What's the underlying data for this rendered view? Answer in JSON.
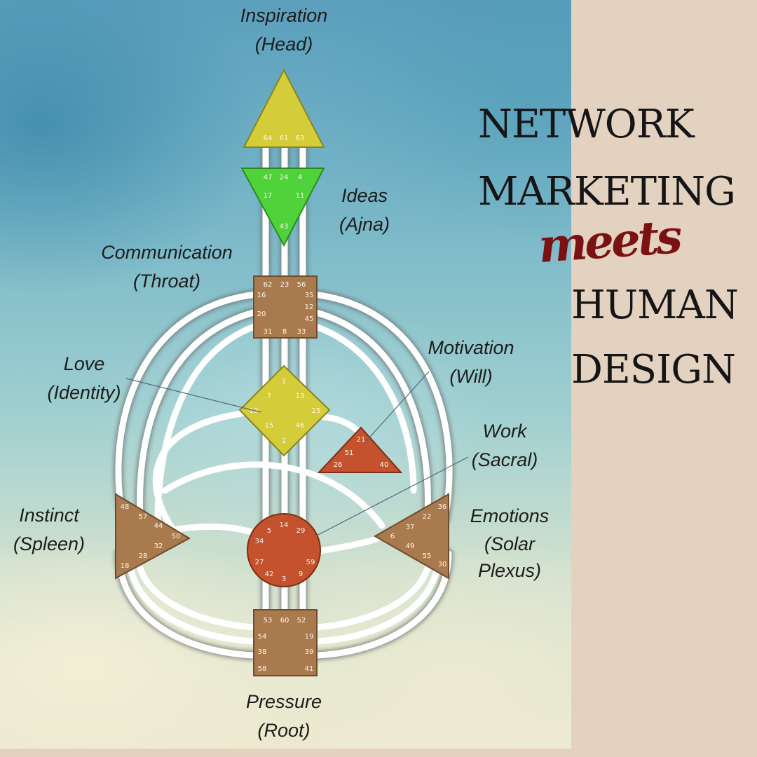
{
  "headline": {
    "line1": "NETWORK",
    "line2": "MARKETING",
    "script_word": "meets",
    "line3": "HUMAN",
    "line4": "DESIGN"
  },
  "centers": {
    "head": {
      "name": "Inspiration",
      "sub": "(Head)",
      "gates": [
        "64",
        "61",
        "63"
      ],
      "color": "#d4cc38"
    },
    "ajna": {
      "name": "Ideas",
      "sub": "(Ajna)",
      "gates": [
        "47",
        "24",
        "4",
        "17",
        "11",
        "43"
      ],
      "color": "#4fd23a"
    },
    "throat": {
      "name": "Communication",
      "sub": "(Throat)",
      "gates": [
        "62",
        "23",
        "56",
        "16",
        "35",
        "20",
        "12",
        "45",
        "31",
        "8",
        "33"
      ],
      "color": "#a97a4e"
    },
    "g": {
      "name": "Love",
      "sub": "(Identity)",
      "gates": [
        "1",
        "7",
        "13",
        "10",
        "25",
        "15",
        "46",
        "2"
      ],
      "color": "#d4cc38"
    },
    "heart": {
      "name": "Motivation",
      "sub": "(Will)",
      "gates": [
        "21",
        "51",
        "26",
        "40"
      ],
      "color": "#c4522e"
    },
    "sacral": {
      "name": "Work",
      "sub": "(Sacral)",
      "gates": [
        "5",
        "14",
        "29",
        "34",
        "27",
        "59",
        "42",
        "3",
        "9"
      ],
      "color": "#c4522e"
    },
    "spleen": {
      "name": "Instinct",
      "sub": "(Spleen)",
      "gates": [
        "48",
        "57",
        "44",
        "50",
        "32",
        "28",
        "18"
      ],
      "color": "#a97a4e"
    },
    "solar": {
      "name": "Emotions",
      "sub": "(Solar",
      "sub2": "Plexus)",
      "gates": [
        "36",
        "22",
        "37",
        "6",
        "49",
        "55",
        "30"
      ],
      "color": "#a97a4e"
    },
    "root": {
      "name": "Pressure",
      "sub": "(Root)",
      "gates": [
        "53",
        "60",
        "52",
        "54",
        "19",
        "38",
        "39",
        "58",
        "41"
      ],
      "color": "#a97a4e"
    }
  }
}
